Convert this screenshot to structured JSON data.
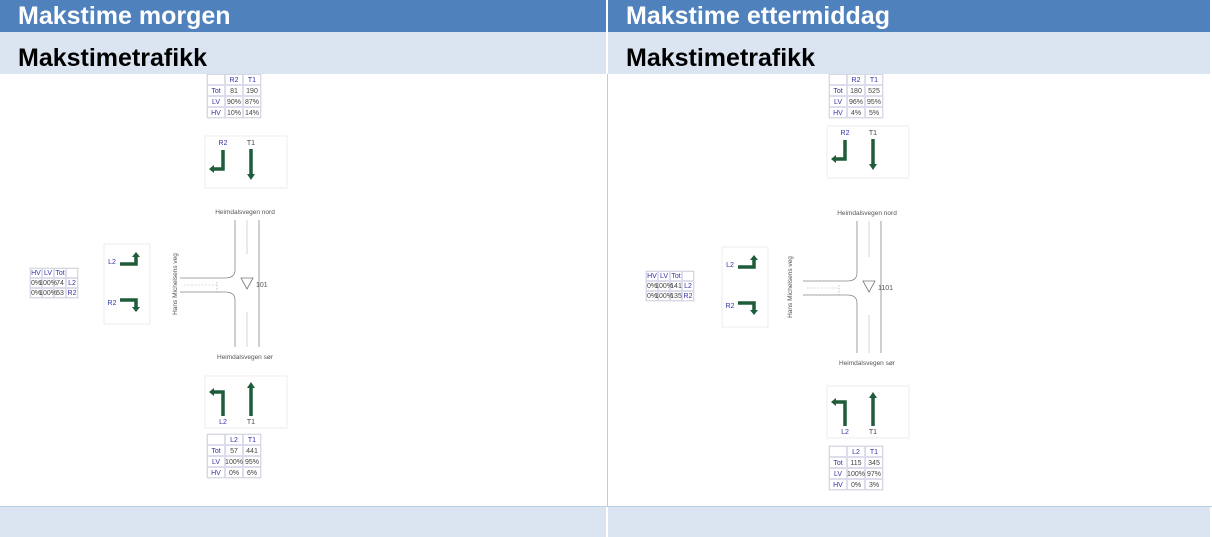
{
  "left": {
    "header": "Makstime morgen",
    "subheader": "Makstimetrafikk",
    "north_table": {
      "cols": [
        "R2",
        "T1"
      ],
      "rows": [
        {
          "label": "Tot",
          "values": [
            "81",
            "190"
          ]
        },
        {
          "label": "LV",
          "values": [
            "90%",
            "87%"
          ]
        },
        {
          "label": "HV",
          "values": [
            "10%",
            "14%"
          ]
        }
      ]
    },
    "north_arrows": [
      "R2",
      "T1"
    ],
    "road_north": "Heimdalsvegen nord",
    "road_south": "Heimdalsvegen sør",
    "road_west": "Hans Michelsens veg",
    "node": "101",
    "west_table": {
      "cols": [
        "HV",
        "LV",
        "Tot"
      ],
      "rows": [
        {
          "values": [
            "0%",
            "100%",
            "74"
          ],
          "label": "L2"
        },
        {
          "values": [
            "0%",
            "100%",
            "53"
          ],
          "label": "R2"
        }
      ]
    },
    "west_arrows": [
      "L2",
      "R2"
    ],
    "south_arrows": [
      "L2",
      "T1"
    ],
    "south_table": {
      "cols": [
        "L2",
        "T1"
      ],
      "rows": [
        {
          "label": "Tot",
          "values": [
            "57",
            "441"
          ]
        },
        {
          "label": "LV",
          "values": [
            "100%",
            "95%"
          ]
        },
        {
          "label": "HV",
          "values": [
            "0%",
            "6%"
          ]
        }
      ]
    }
  },
  "right": {
    "header": "Makstime ettermiddag",
    "subheader": "Makstimetrafikk",
    "north_table": {
      "cols": [
        "R2",
        "T1"
      ],
      "rows": [
        {
          "label": "Tot",
          "values": [
            "180",
            "525"
          ]
        },
        {
          "label": "LV",
          "values": [
            "96%",
            "95%"
          ]
        },
        {
          "label": "HV",
          "values": [
            "4%",
            "5%"
          ]
        }
      ]
    },
    "north_arrows": [
      "R2",
      "T1"
    ],
    "road_north": "Heimdalsvegen nord",
    "road_south": "Heimdalsvegen sør",
    "road_west": "Hans Michelsens veg",
    "node": "1101",
    "west_table": {
      "cols": [
        "HV",
        "LV",
        "Tot"
      ],
      "rows": [
        {
          "values": [
            "0%",
            "100%",
            "141"
          ],
          "label": "L2"
        },
        {
          "values": [
            "0%",
            "100%",
            "135"
          ],
          "label": "R2"
        }
      ]
    },
    "west_arrows": [
      "L2",
      "R2"
    ],
    "south_arrows": [
      "L2",
      "T1"
    ],
    "south_table": {
      "cols": [
        "L2",
        "T1"
      ],
      "rows": [
        {
          "label": "Tot",
          "values": [
            "115",
            "345"
          ]
        },
        {
          "label": "LV",
          "values": [
            "100%",
            "97%"
          ]
        },
        {
          "label": "HV",
          "values": [
            "0%",
            "3%"
          ]
        }
      ]
    }
  },
  "colors": {
    "header_bg": "#4f81bd",
    "subheader_bg": "#dbe5f1",
    "arrow": "#1e5c3a",
    "label_blue": "#3333aa",
    "table_border": "#c6c6e0"
  }
}
